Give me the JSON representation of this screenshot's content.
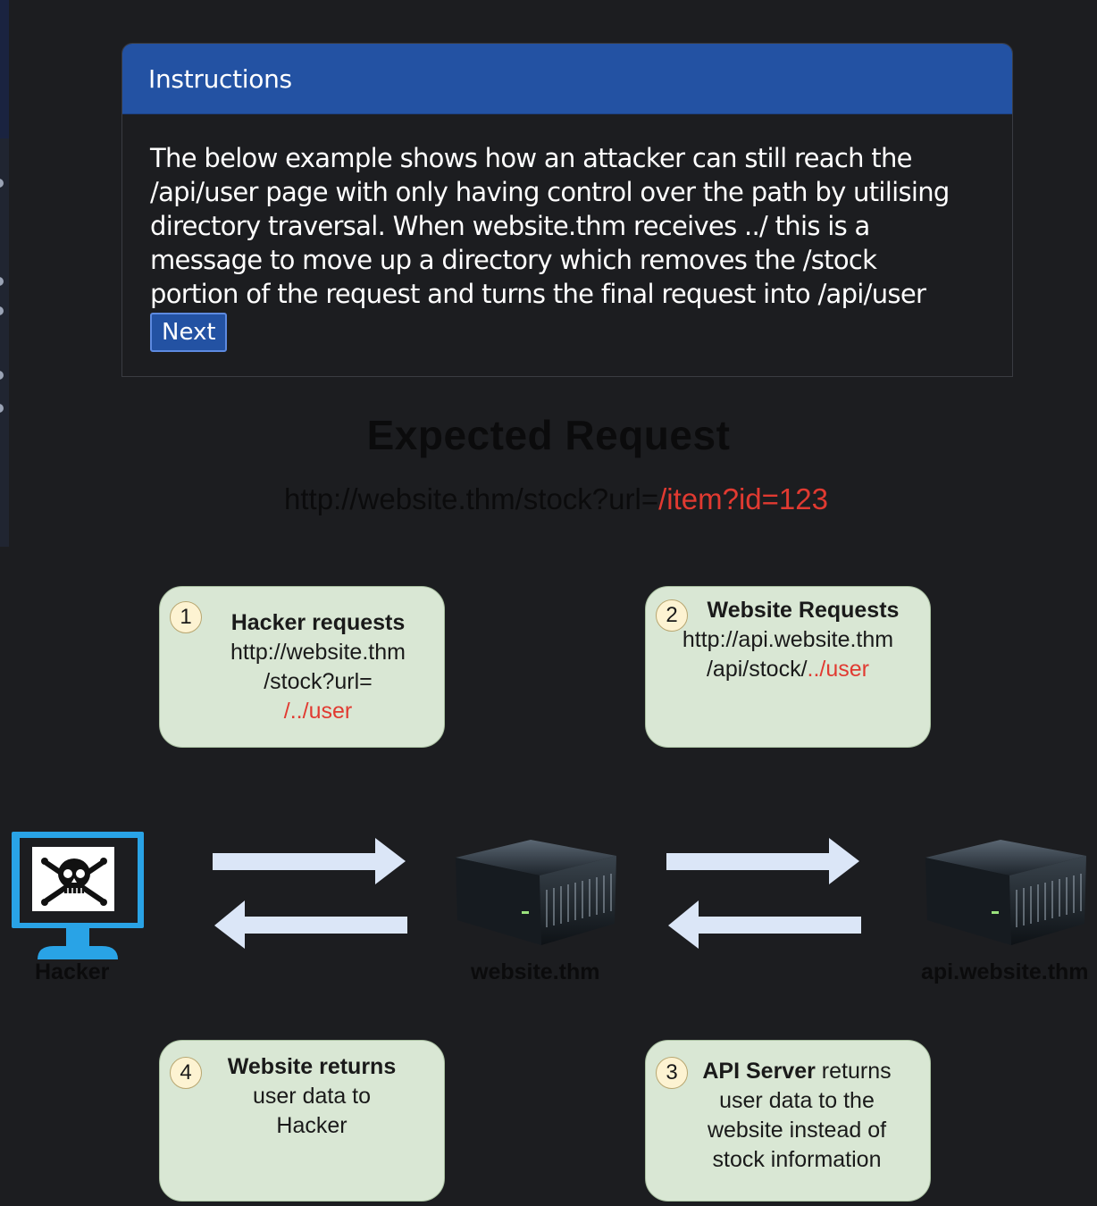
{
  "instructions": {
    "title": "Instructions",
    "lines": [
      "The below example shows how an attacker can still reach the",
      "/api/user page with only having control over the path by utilising",
      "directory traversal. When website.thm receives ../ this is a",
      "message to move up a directory which removes the /stock",
      "portion of the request and turns the final request into /api/user"
    ],
    "next_label": "Next"
  },
  "diagram": {
    "title": "Expected Request",
    "expected_url": {
      "prefix": "http://website.thm/stock?url=",
      "highlight": "/item?id=123"
    },
    "steps": [
      {
        "number": "1",
        "bold": "Hacker requests",
        "lines": [
          "http://website.thm",
          "/stock?url="
        ],
        "highlight": "/../user"
      },
      {
        "number": "2",
        "bold": "Website Requests",
        "lines": [
          "http://api.website.thm"
        ],
        "prefix": "/api/stock/",
        "highlight": "../user"
      },
      {
        "number": "3",
        "bold": "API Server",
        "after_bold": " returns",
        "lines": [
          "user data to the",
          "website instead of",
          "stock information"
        ]
      },
      {
        "number": "4",
        "bold": "Website returns",
        "lines": [
          "user data to",
          "Hacker"
        ]
      }
    ],
    "nodes": {
      "hacker": "Hacker",
      "website": "website.thm",
      "api": "api.website.thm"
    },
    "colors": {
      "accent_blue": "#2352a3",
      "box_green": "#d9e7d4",
      "highlight_red": "#e13a31",
      "arrow_fill": "#dbe6f7",
      "monitor_blue": "#29a3e6"
    }
  }
}
